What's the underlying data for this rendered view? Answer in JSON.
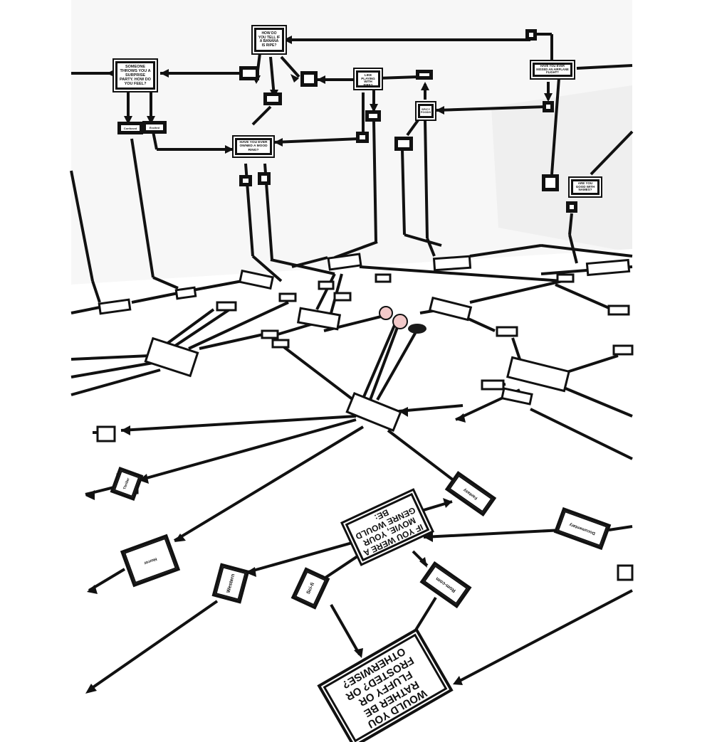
{
  "questions": {
    "banana": "HOW DO YOU TELL IF A BANANA IS RIPE?",
    "surprise": "SOMEONE THROWS YOU A SURPRISE PARTY. HOW DO YOU FEEL?",
    "fire": "DO YOU LIKE PLAYING WITH FIRE?",
    "airplane": "HAVE YOU EVER MISSED AN AIRPLANE FLIGHT?",
    "mood": "HAVE YOU EVER OWNED A MOOD RING?",
    "names": "ARE YOU GOOD WITH NAMES?",
    "spicy": "SPICY FOODS",
    "movie": "IF YOU WERE A MOVIE, YOUR GENRE WOULD BE:",
    "bottom": "WOULD YOU RATHER BE FLUFFY OR FROSTED? OR OTHERWISE?"
  },
  "answers": {
    "confused": "Confused",
    "excited": "Excited",
    "horror": "Horror",
    "western": "Western",
    "scifi": "Sci-fi",
    "romcom": "Rom-com",
    "documentary": "Documentary",
    "fantasy": "Fantasy",
    "thriller": "Thriller"
  },
  "colors": {
    "tape": "#111111",
    "floor": "#ffffff",
    "wall": "#f6f6f6",
    "dot_pink": "#f2c9c9",
    "dot_dark": "#1a1a1a"
  }
}
